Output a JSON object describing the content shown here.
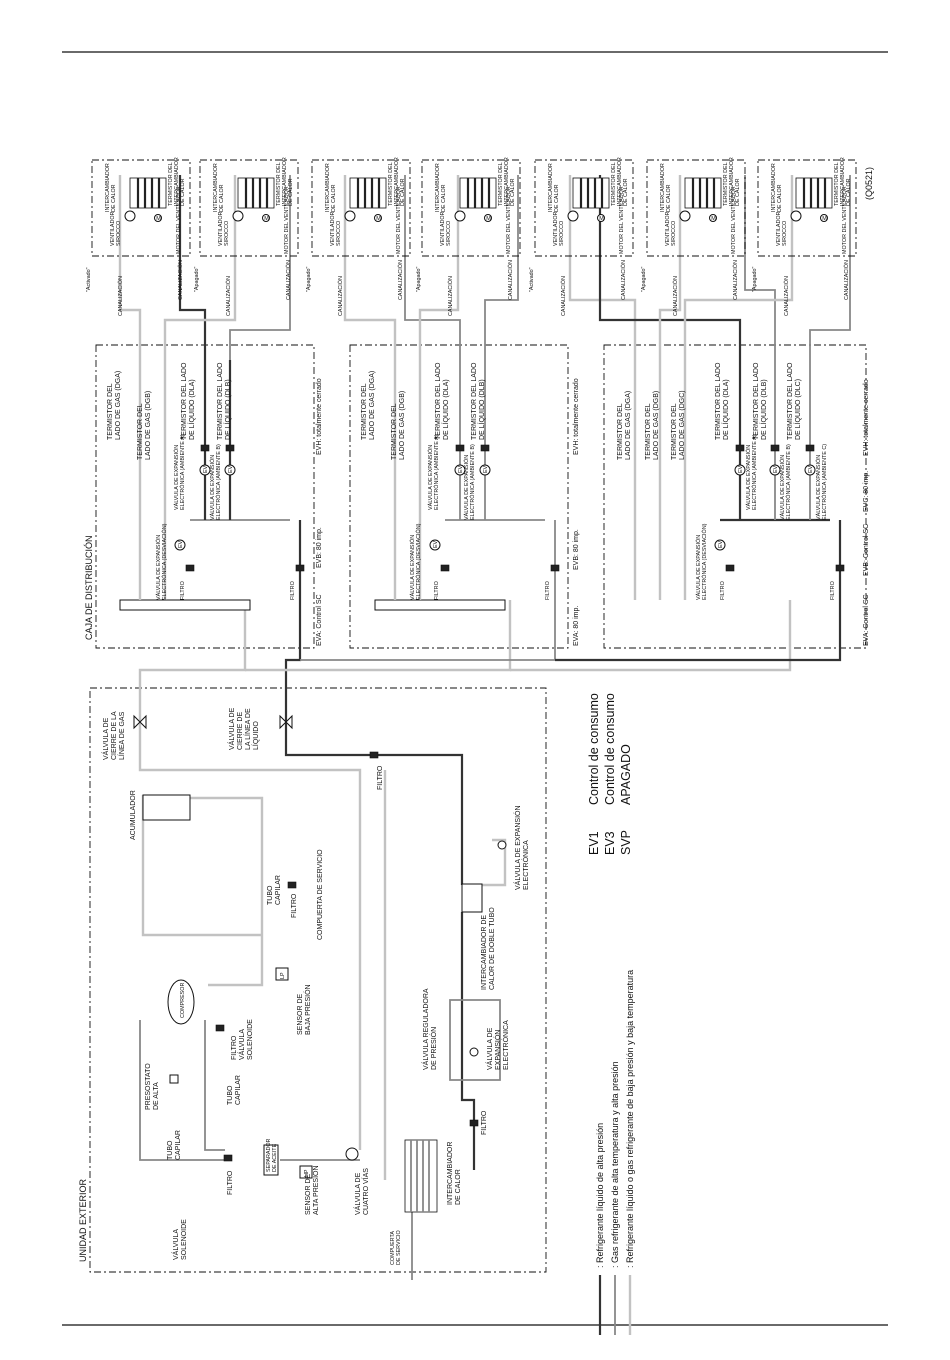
{
  "outdoor": {
    "title": "UNIDAD EXTERIOR",
    "labels": {
      "gas_shutoff": [
        "VÁLVULA DE",
        "CIERRE DE LA",
        "LÍNEA DE GAS"
      ],
      "liquid_shutoff": [
        "VÁLVULA DE",
        "CIERRE DE",
        "LA LÍNEA DE",
        "LÍQUIDO"
      ],
      "accumulator": "ACUMULADOR",
      "capillary_1": [
        "TUBO",
        "CAPILAR"
      ],
      "service_port": "COMPUERTA DE SERVICIO",
      "low_pressure_sensor": [
        "SENSOR DE",
        "BAJA PRESIÓN"
      ],
      "compressor": "COMPRESOR",
      "solenoid_1": [
        "VÁLVULA",
        "SOLENOIDE"
      ],
      "filter": "FILTRO",
      "high_pressostat": [
        "PRESOSTATO",
        "DE ALTA"
      ],
      "capillary_2": [
        "TUBO",
        "CAPILAR"
      ],
      "capillary_3": [
        "TUBO",
        "CAPILAR"
      ],
      "solenoid_2": [
        "VÁLVULA",
        "SOLENOIDE"
      ],
      "oil_separator": [
        "SEPARADOR",
        "DE ACEITE"
      ],
      "high_pressure_sensor": [
        "SENSOR DE",
        "ALTA PRESIÓN"
      ],
      "four_way": [
        "VÁLVULA DE",
        "CUATRO VÍAS"
      ],
      "service_port_2": [
        "COMPUERTA",
        "DE SERVICIO"
      ],
      "heat_exchanger": [
        "INTERCAMBIADOR",
        "DE CALOR"
      ],
      "pressure_regulator": [
        "VÁLVULA REGULADORA",
        "DE PRESIÓN"
      ],
      "eev_1": [
        "VÁLVULA DE",
        "EXPANSIÓN",
        "ELECTRÓNICA"
      ],
      "double_tube": [
        "INTERCAMBIADOR DE",
        "CALOR DE DOBLE TUBO"
      ],
      "eev_2": [
        "VÁLVULA DE EXPANSIÓN",
        "ELECTRÓNICA"
      ],
      "sensor_hp": "HP",
      "sensor_lp": "LP"
    }
  },
  "legend": {
    "items": [
      ": Refrigerante líquido de alta presión",
      ": Gas refrigerante de alta temperatura y alta presión",
      ": Refrigerante líquido o gas refrigerante de baja presión y baja temperatura"
    ],
    "codes": [
      {
        "code": "EV1",
        "desc": "Control de consumo"
      },
      {
        "code": "EV3",
        "desc": "Control de consumo"
      },
      {
        "code": "SVP",
        "desc": "APAGADO"
      }
    ],
    "colors": {
      "dark": "#333333",
      "medium": "#888888",
      "light": "#c2c2c2"
    }
  },
  "distribution": {
    "title": "CAJA DE DISTRIBUCIÓN",
    "labels": {
      "gas_thermistor_a": [
        "TERMISTOR DEL",
        "LADO DE GAS (DGA)"
      ],
      "gas_thermistor_b": [
        "TERMISTOR DEL",
        "LADO DE GAS (DGB)"
      ],
      "gas_thermistor_c": [
        "TERMISTOR DEL",
        "LADO DE GAS (DGC)"
      ],
      "liq_thermistor_a": [
        "TERMISTOR DEL LADO",
        "DE LÍQUIDO (DLA)"
      ],
      "liq_thermistor_b": [
        "TERMISTOR DEL LADO",
        "DE LÍQUIDO (DLB)"
      ],
      "liq_thermistor_c": [
        "TERMISTOR DEL LADO",
        "DE LÍQUIDO (DLC)"
      ],
      "eev_a": [
        "VÁLVULA DE EXPANSIÓN",
        "ELECTRÓNICA (AMBIENTE A)"
      ],
      "eev_b": [
        "VÁLVULA DE EXPANSIÓN",
        "ELECTRÓNICA (AMBIENTE B)"
      ],
      "eev_c": [
        "VÁLVULA DE EXPANSIÓN",
        "ELECTRÓNICA (AMBIENTE C)"
      ],
      "eev_bypass": [
        "VÁLVULA DE EXPANSIÓN",
        "ELECTRÓNICA (DESVIACIÓN)"
      ],
      "filter": "FILTRO",
      "ev": "EV"
    },
    "boxes": [
      {
        "s1": "EVA: Control SC",
        "s2": "EVB: 80 imp.",
        "s3": "EVH: totalmente cerrado"
      },
      {
        "s1": "EVA: 80 imp.",
        "s2": "EVB: 80 imp.",
        "s3": "EVH: totalmente cerrado"
      },
      {
        "s1": "EVA: Control SC",
        "s2": "EVB: Control SC",
        "s3": "EVC: 80 imp.",
        "s4": "EVH: totalmente cerrado"
      }
    ]
  },
  "indoor": {
    "units": [
      {
        "state": "\"Activado\""
      },
      {
        "state": "\"Apagado\""
      },
      {
        "state": "\"Apagado\""
      },
      {
        "state": "\"Apagado\""
      },
      {
        "state": "\"Activado\""
      },
      {
        "state": "\"Apagado\""
      },
      {
        "state": "\"Apagado\""
      }
    ],
    "labels": {
      "coil_thermistor": [
        "TERMISTOR DEL",
        "INTERCAMBIADOR",
        "DE CALOR"
      ],
      "exchanger": [
        "INTERCAMBIADOR",
        "DE CALOR"
      ],
      "fan": [
        "VENTILADOR",
        "SIROCCO"
      ],
      "fan_motor": "MOTOR DEL VENTILADOR",
      "piping": "CANALIZACIÓN",
      "motor_symbol": "M"
    }
  },
  "figure_code": "(Q0521)"
}
